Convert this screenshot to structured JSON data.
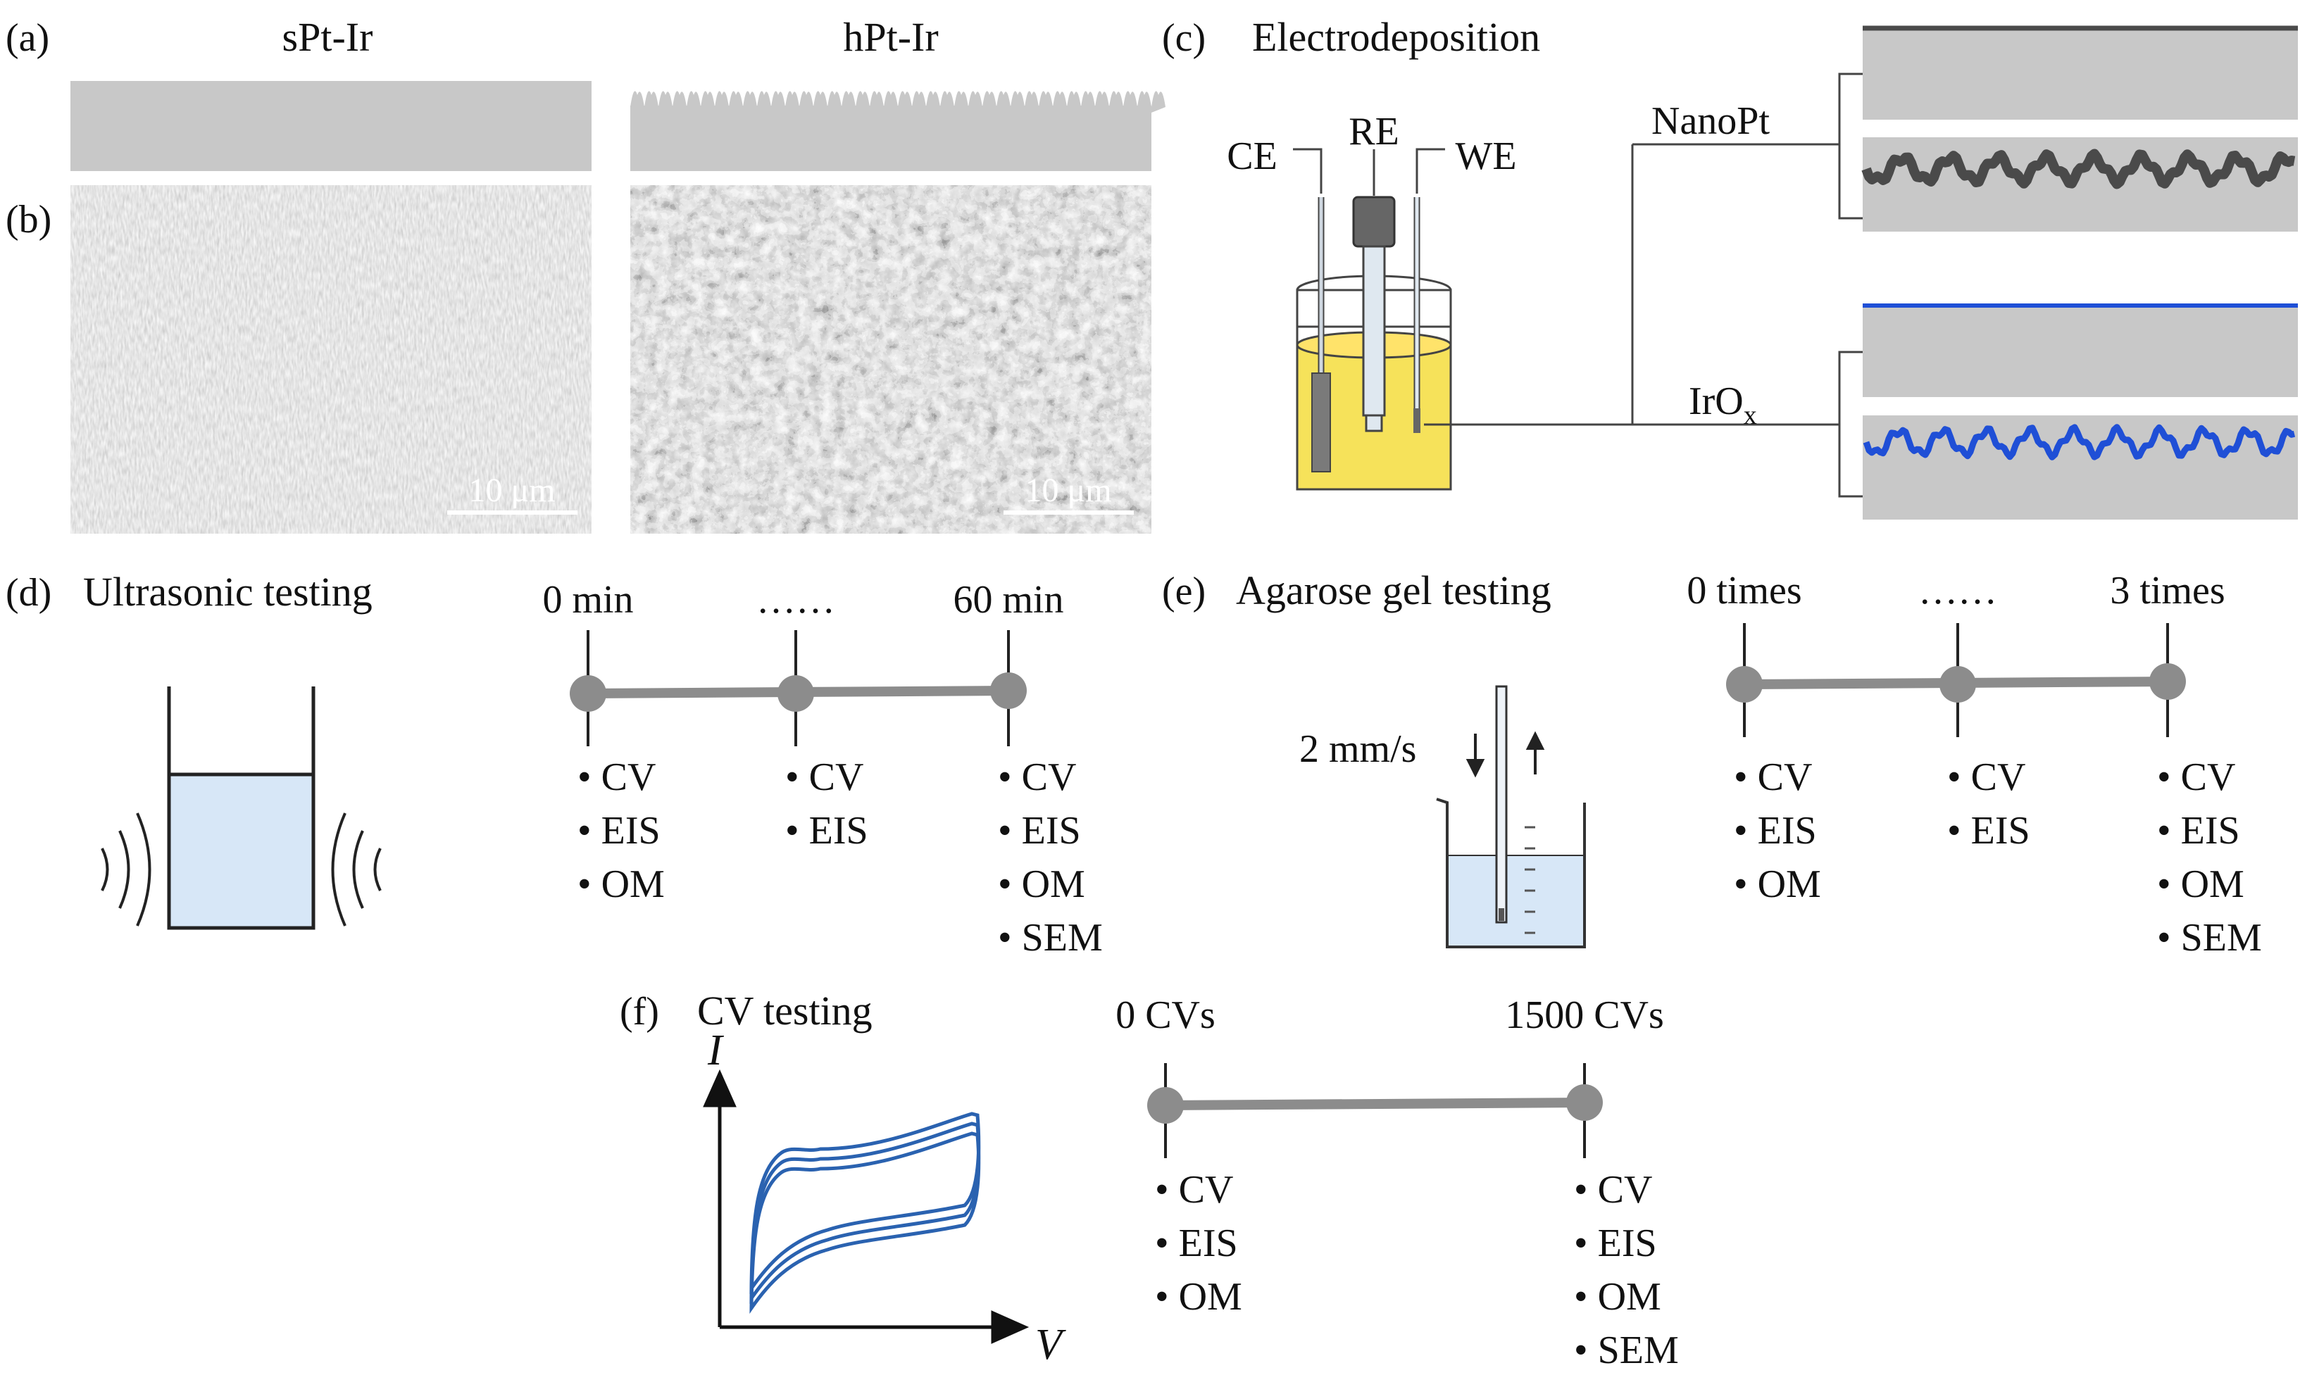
{
  "colors": {
    "substrate": "#c8c8c8",
    "timeline": "#8c8c8c",
    "nanopt": "#4a4a4a",
    "irox": "#1f4fd6",
    "electrolyte": "#f6e25a",
    "water": "#d7e7f7",
    "cv_curve": "#2a62b0"
  },
  "panel_a": {
    "label": "(a)",
    "left_title": "sPt-Ir",
    "right_title": "hPt-Ir"
  },
  "panel_b": {
    "label": "(b)",
    "left_scale": "10 μm",
    "right_scale": "10 μm"
  },
  "panel_c": {
    "label": "(c)",
    "title": "Electrodeposition",
    "ce": "CE",
    "re": "RE",
    "we": "WE",
    "branch1": "NanoPt",
    "branch2_main": "IrO",
    "branch2_sub": "x"
  },
  "panel_d": {
    "label": "(d)",
    "title": "Ultrasonic testing",
    "times": [
      "0 min",
      "……",
      "60 min"
    ],
    "lists": [
      [
        "• CV",
        "• EIS",
        "• OM"
      ],
      [
        "• CV",
        "• EIS"
      ],
      [
        "• CV",
        "• EIS",
        "• OM",
        "• SEM"
      ]
    ]
  },
  "panel_e": {
    "label": "(e)",
    "title": "Agarose gel testing",
    "speed": "2 mm/s",
    "times": [
      "0 times",
      "……",
      "3 times"
    ],
    "lists": [
      [
        "• CV",
        "• EIS",
        "• OM"
      ],
      [
        "• CV",
        "• EIS"
      ],
      [
        "• CV",
        "• EIS",
        "• OM",
        "• SEM"
      ]
    ]
  },
  "panel_f": {
    "label": "(f)",
    "title": "CV testing",
    "y_axis": "I",
    "x_axis": "V",
    "times": [
      "0 CVs",
      "1500 CVs"
    ],
    "lists": [
      [
        "• CV",
        "• EIS",
        "• OM"
      ],
      [
        "• CV",
        "• EIS",
        "• OM",
        "• SEM"
      ]
    ]
  }
}
